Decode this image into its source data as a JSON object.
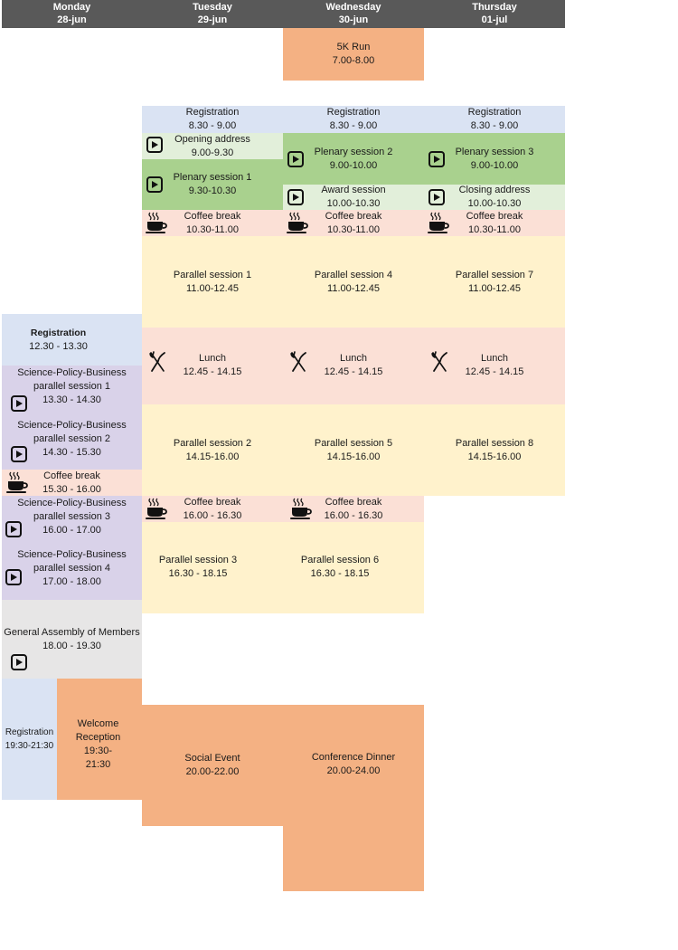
{
  "days": [
    {
      "name": "Monday",
      "date": "28-jun"
    },
    {
      "name": "Tuesday",
      "date": "29-jun"
    },
    {
      "name": "Wednesday",
      "date": "30-jun"
    },
    {
      "name": "Thursday",
      "date": "01-jul"
    }
  ],
  "events": {
    "run": {
      "title": "5K Run",
      "time": "7.00-8.00"
    },
    "reg_tue": {
      "title": "Registration",
      "time": "8.30 - 9.00"
    },
    "reg_wed": {
      "title": "Registration",
      "time": "8.30 - 9.00"
    },
    "reg_thu": {
      "title": "Registration",
      "time": "8.30 - 9.00"
    },
    "opening": {
      "title": "Opening address",
      "time": "9.00-9.30"
    },
    "plenary1": {
      "title": "Plenary session 1",
      "time": "9.30-10.30"
    },
    "plenary2": {
      "title": "Plenary session 2",
      "time": "9.00-10.00"
    },
    "plenary3": {
      "title": "Plenary session 3",
      "time": "9.00-10.00"
    },
    "award": {
      "title": "Award session",
      "time": "10.00-10.30"
    },
    "closing": {
      "title": "Closing address",
      "time": "10.00-10.30"
    },
    "coffee_tue_am": {
      "title": "Coffee break",
      "time": "10.30-11.00"
    },
    "coffee_wed_am": {
      "title": "Coffee break",
      "time": "10.30-11.00"
    },
    "coffee_thu_am": {
      "title": "Coffee break",
      "time": "10.30-11.00"
    },
    "par1": {
      "title": "Parallel session 1",
      "time": "11.00-12.45"
    },
    "par4": {
      "title": "Parallel session 4",
      "time": "11.00-12.45"
    },
    "par7": {
      "title": "Parallel session 7",
      "time": "11.00-12.45"
    },
    "reg_mon": {
      "title": "Registration",
      "time": "12.30 - 13.30"
    },
    "lunch_tue": {
      "title": "Lunch",
      "time": "12.45 - 14.15"
    },
    "lunch_wed": {
      "title": "Lunch",
      "time": "12.45 - 14.15"
    },
    "lunch_thu": {
      "title": "Lunch",
      "time": "12.45 - 14.15"
    },
    "spb1": {
      "line1": "Science-Policy-Business",
      "line2": "parallel session 1",
      "time": "13.30 - 14.30"
    },
    "spb2": {
      "line1": "Science-Policy-Business",
      "line2": "parallel session 2",
      "time": "14.30 - 15.30"
    },
    "par2": {
      "title": "Parallel session 2",
      "time": "14.15-16.00"
    },
    "par5": {
      "title": "Parallel session 5",
      "time": "14.15-16.00"
    },
    "par8": {
      "title": "Parallel session 8",
      "time": "14.15-16.00"
    },
    "coffee_mon": {
      "title": "Coffee break",
      "time": "15.30 - 16.00"
    },
    "spb3": {
      "line1": "Science-Policy-Business",
      "line2": "parallel session 3",
      "time": "16.00 - 17.00"
    },
    "coffee_tue_pm": {
      "title": "Coffee break",
      "time": "16.00 - 16.30"
    },
    "coffee_wed_pm": {
      "title": "Coffee break",
      "time": "16.00 - 16.30"
    },
    "spb4": {
      "line1": "Science-Policy-Business",
      "line2": "parallel session 4",
      "time": "17.00 - 18.00"
    },
    "par3": {
      "title": "Parallel session 3",
      "time": "16.30 - 18.15"
    },
    "par6": {
      "title": "Parallel session 6",
      "time": "16.30 - 18.15"
    },
    "assembly": {
      "title": "General Assembly of Members",
      "time": "18.00 - 19.30"
    },
    "reg_eve": {
      "title": "Registration",
      "time": "19:30-21:30"
    },
    "welcome": {
      "line1": "Welcome",
      "line2": "Reception",
      "line3": "19:30-",
      "line4": "21:30"
    },
    "social": {
      "title": "Social Event",
      "time": "20.00-22.00"
    },
    "dinner": {
      "title": "Conference Dinner",
      "time": "20.00-24.00"
    }
  },
  "icons": {
    "play": "play-icon",
    "coffee": "coffee-cup-icon",
    "lunch": "fork-knife-icon"
  },
  "colors": {
    "header": "#595959",
    "registration": "#dae3f3",
    "plenary": "#a9d18e",
    "address": "#e2efda",
    "break": "#fbe0d6",
    "parallel": "#fff2cc",
    "spb": "#d9d2e9",
    "assembly": "#e7e6e6",
    "social": "#f4b183"
  }
}
